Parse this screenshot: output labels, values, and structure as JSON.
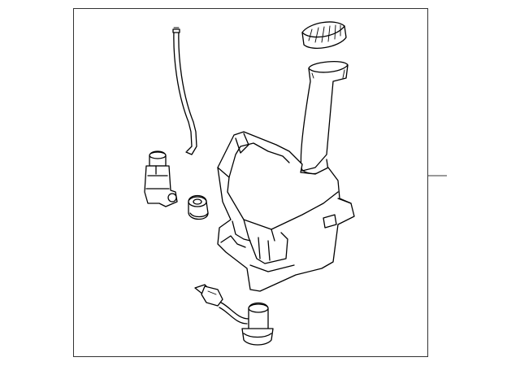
{
  "diagram": {
    "type": "exploded-parts-view",
    "parts": [
      {
        "name": "filler-cap"
      },
      {
        "name": "filler-neck"
      },
      {
        "name": "washer-reservoir"
      },
      {
        "name": "washer-hose"
      },
      {
        "name": "washer-pump"
      },
      {
        "name": "pump-grommet"
      },
      {
        "name": "fluid-level-sensor"
      }
    ]
  },
  "colors": {
    "line": "#000000",
    "background": "#ffffff",
    "frame": "#333333"
  }
}
